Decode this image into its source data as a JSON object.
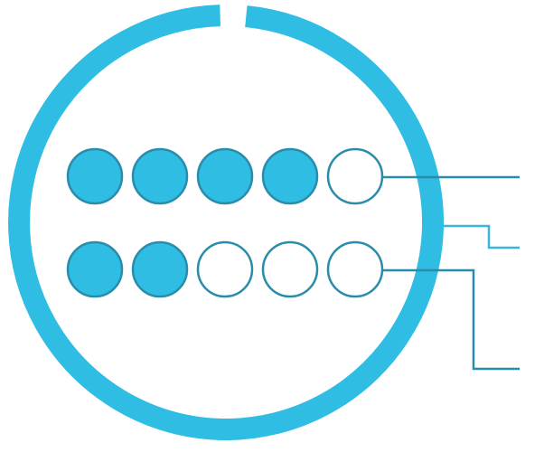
{
  "colors": {
    "background": "#ffffff",
    "ring": "#2fbde3",
    "dot_fill": "#2fbde3",
    "dot_stroke": "#2a8cab",
    "dot_empty_fill": "#ffffff",
    "connector": "#2a8cab",
    "connector_light": "#38b6dc"
  },
  "ring": {
    "progress": 0.98
  },
  "rows": [
    {
      "filled": 4,
      "total": 5
    },
    {
      "filled": 2,
      "total": 5
    }
  ]
}
